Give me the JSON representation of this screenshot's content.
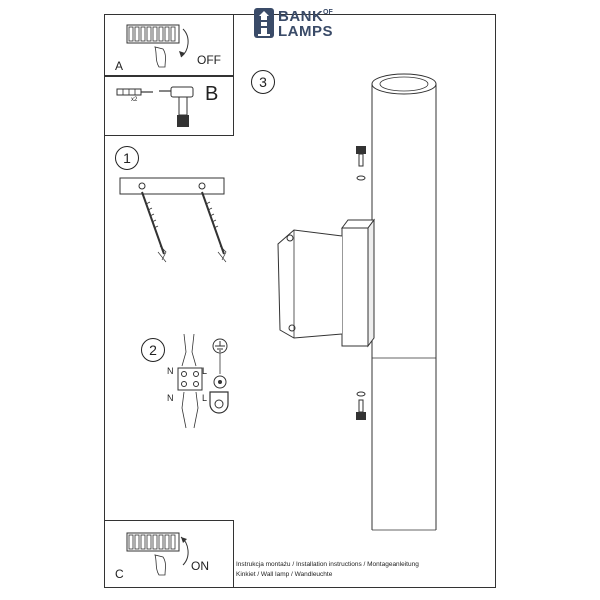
{
  "brand": {
    "name_line1": "BANK",
    "name_of": "OF",
    "name_line2": "LAMPS"
  },
  "panels": {
    "a": {
      "letter": "A",
      "action": "OFF"
    },
    "b": {
      "letter": "B",
      "bits_label": "x2"
    },
    "c": {
      "letter": "C",
      "action": "ON"
    }
  },
  "steps": {
    "one": "1",
    "two": "2",
    "three": "3"
  },
  "wiring": {
    "n_top": "N",
    "l_top": "L",
    "n_bottom": "N",
    "l_bottom": "L"
  },
  "footer": {
    "line1": "Instrukcja montażu / Installation instructions / Montageanleitung",
    "line2": "Kinkiet  / Wall lamp / Wandleuchte"
  }
}
